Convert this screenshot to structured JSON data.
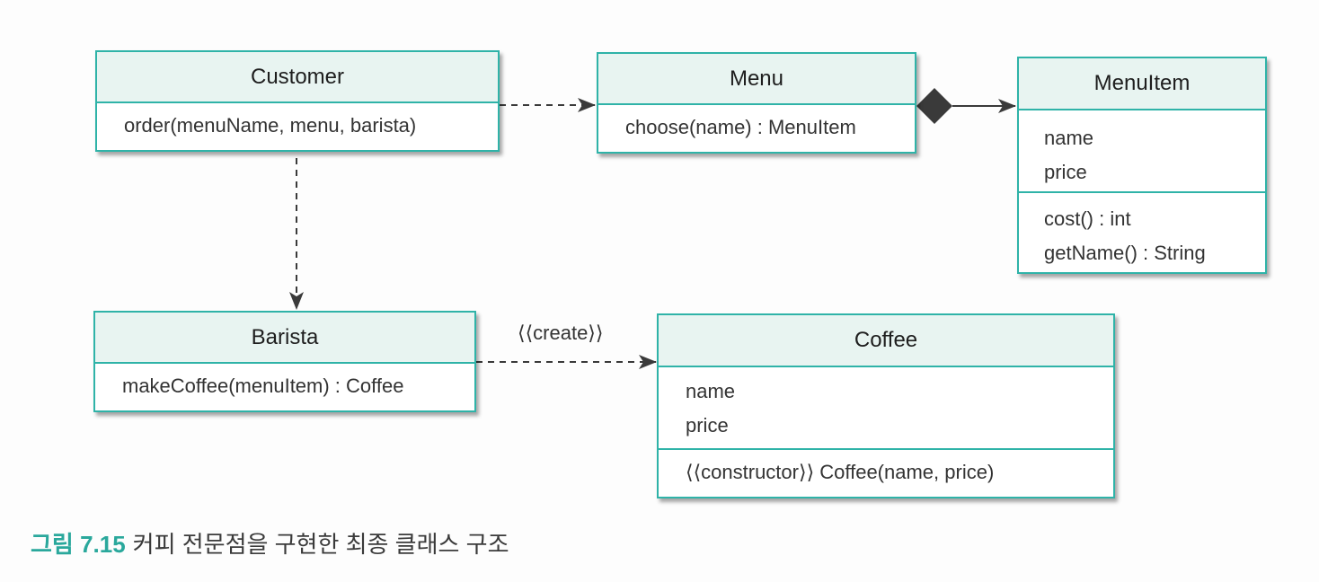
{
  "classes": {
    "customer": {
      "name": "Customer",
      "operations": [
        "order(menuName, menu, barista)"
      ]
    },
    "menu": {
      "name": "Menu",
      "operations": [
        "choose(name) : MenuItem"
      ]
    },
    "menuitem": {
      "name": "MenuItem",
      "attributes": [
        "name",
        "price"
      ],
      "operations": [
        "cost() : int",
        "getName() : String"
      ]
    },
    "barista": {
      "name": "Barista",
      "operations": [
        "makeCoffee(menuItem) : Coffee"
      ]
    },
    "coffee": {
      "name": "Coffee",
      "attributes": [
        "name",
        "price"
      ],
      "operations": [
        "⟨⟨constructor⟩⟩ Coffee(name, price)"
      ]
    }
  },
  "relations": {
    "barista_coffee_stereotype": "⟨⟨create⟩⟩"
  },
  "caption": {
    "number": "그림 7.15",
    "text": "커피 전문점을 구현한 최종 클래스 구조"
  },
  "colors": {
    "border": "#2fb3a8",
    "header_fill": "#e8f4f1",
    "caption_accent": "#2aa89c",
    "edge": "#3a3a3a"
  }
}
